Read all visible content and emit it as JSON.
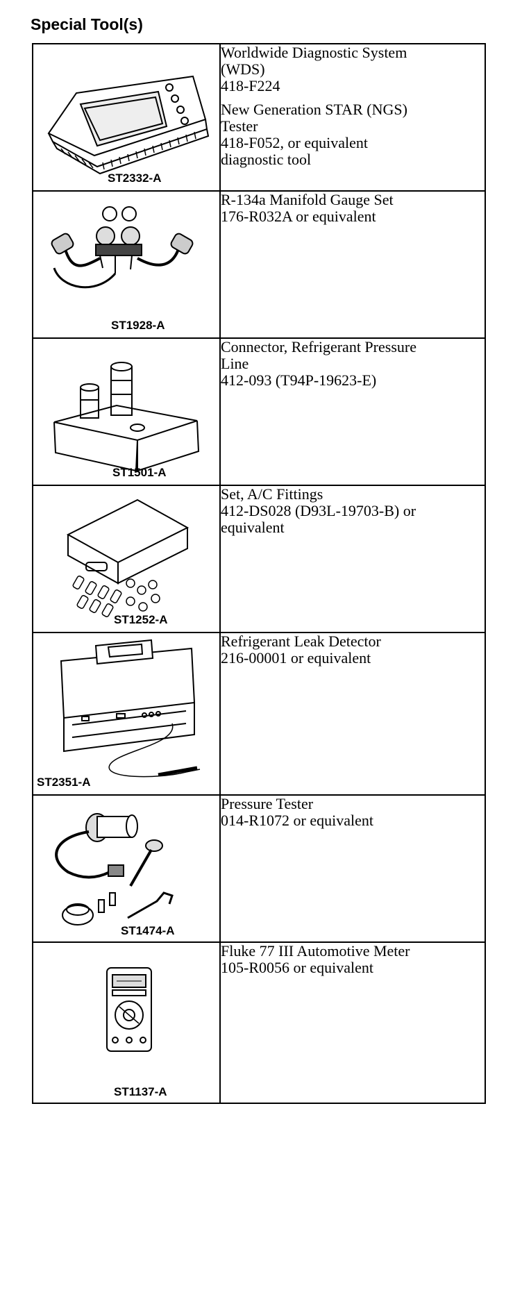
{
  "page": {
    "heading": "Special Tool(s)"
  },
  "tools": [
    {
      "code": "ST2332-A",
      "illustration": "diagnostic-tester-icon",
      "lines": [
        "Worldwide Diagnostic System",
        "(WDS)",
        "418-F224",
        "",
        "New Generation STAR (NGS)",
        "Tester",
        "418-F052, or equivalent",
        "diagnostic tool"
      ]
    },
    {
      "code": "ST1928-A",
      "illustration": "manifold-gauge-set-icon",
      "lines": [
        "R-134a Manifold Gauge Set",
        "176-R032A or equivalent"
      ]
    },
    {
      "code": "ST1501-A",
      "illustration": "pressure-line-connector-icon",
      "lines": [
        "Connector, Refrigerant Pressure",
        "Line",
        "412-093 (T94P-19623-E)"
      ]
    },
    {
      "code": "ST1252-A",
      "illustration": "ac-fittings-set-icon",
      "lines": [
        "Set, A/C Fittings",
        "412-DS028 (D93L-19703-B) or",
        "equivalent"
      ]
    },
    {
      "code": "ST2351-A",
      "illustration": "leak-detector-icon",
      "lines": [
        "Refrigerant Leak Detector",
        "216-00001 or equivalent"
      ]
    },
    {
      "code": "ST1474-A",
      "illustration": "pressure-tester-icon",
      "lines": [
        "Pressure Tester",
        "014-R1072 or equivalent"
      ]
    },
    {
      "code": "ST1137-A",
      "illustration": "multimeter-icon",
      "lines": [
        "Fluke 77 III Automotive Meter",
        "105-R0056 or equivalent"
      ]
    }
  ]
}
